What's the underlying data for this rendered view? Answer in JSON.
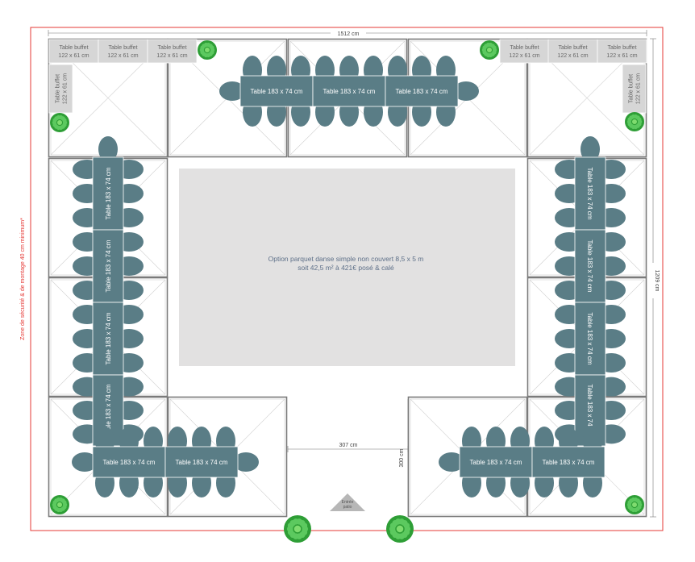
{
  "plan": {
    "total_width": "1512 cm",
    "total_height": "1209 cm",
    "safety_zone": "Zone de sécurité & de montage 40 cm minimum*",
    "dance_floor_line1": "Option parquet danse simple non couvert 8,5 x 5 m",
    "dance_floor_line2": "soit 42,5 m² à 421€ posé & calé",
    "opening_width": "307 cm",
    "opening_depth": "300 cm",
    "entrance": "Entrée\npatio",
    "table_label": "Table 183 x 74 cm",
    "buffet_line1": "Table buffet",
    "buffet_line2": "122 x 61 cm"
  },
  "colors": {
    "table": "#5a7d86",
    "buffet": "#d6d6d6",
    "dance_floor": "#e2e1e1",
    "safety_zone": "#e53935",
    "plant": "#2e9e36"
  }
}
